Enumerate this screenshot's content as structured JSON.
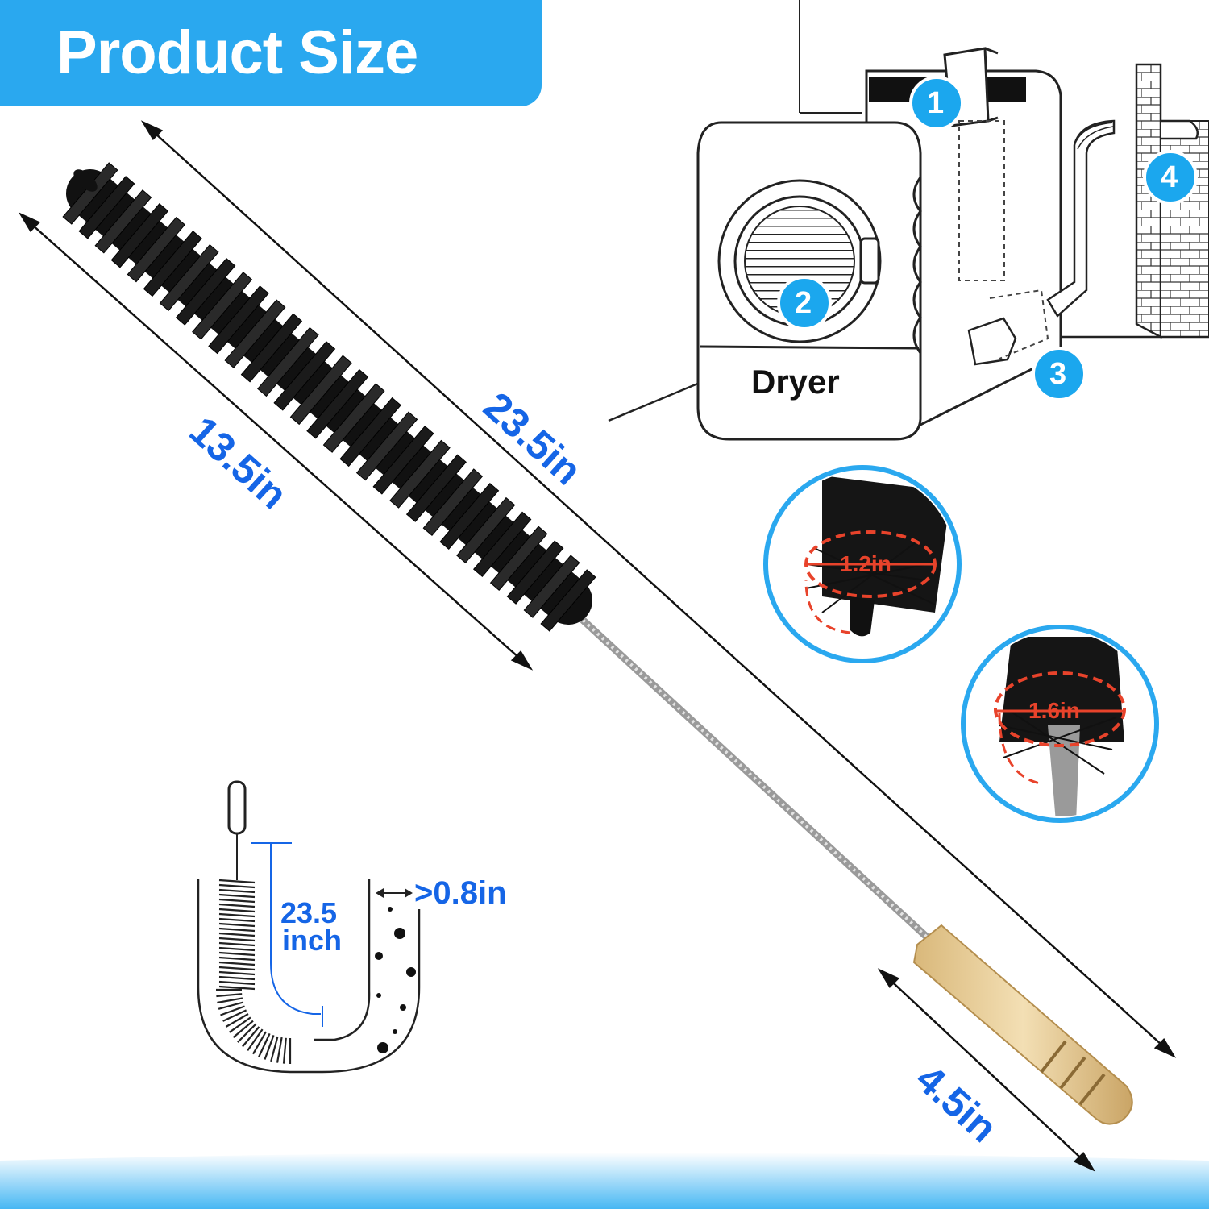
{
  "banner": {
    "title": "Product Size"
  },
  "dimensions": {
    "total_length": "23.5in",
    "brush_length": "13.5in",
    "handle_length": "4.5in"
  },
  "diagram": {
    "appliance_label": "Dryer",
    "markers": [
      "1",
      "2",
      "3",
      "4"
    ]
  },
  "detail_callouts": [
    {
      "diameter": "1.2in"
    },
    {
      "diameter": "1.6in"
    }
  ],
  "bend_diagram": {
    "length_number": "23.5",
    "length_unit": "inch",
    "pipe_width": ">0.8in"
  },
  "colors": {
    "accent": "#2aa8ef",
    "dimension_text": "#1565e6",
    "callout_ring": "#e8432b",
    "bristles": "#111111",
    "handle": "#e9cf9a"
  }
}
